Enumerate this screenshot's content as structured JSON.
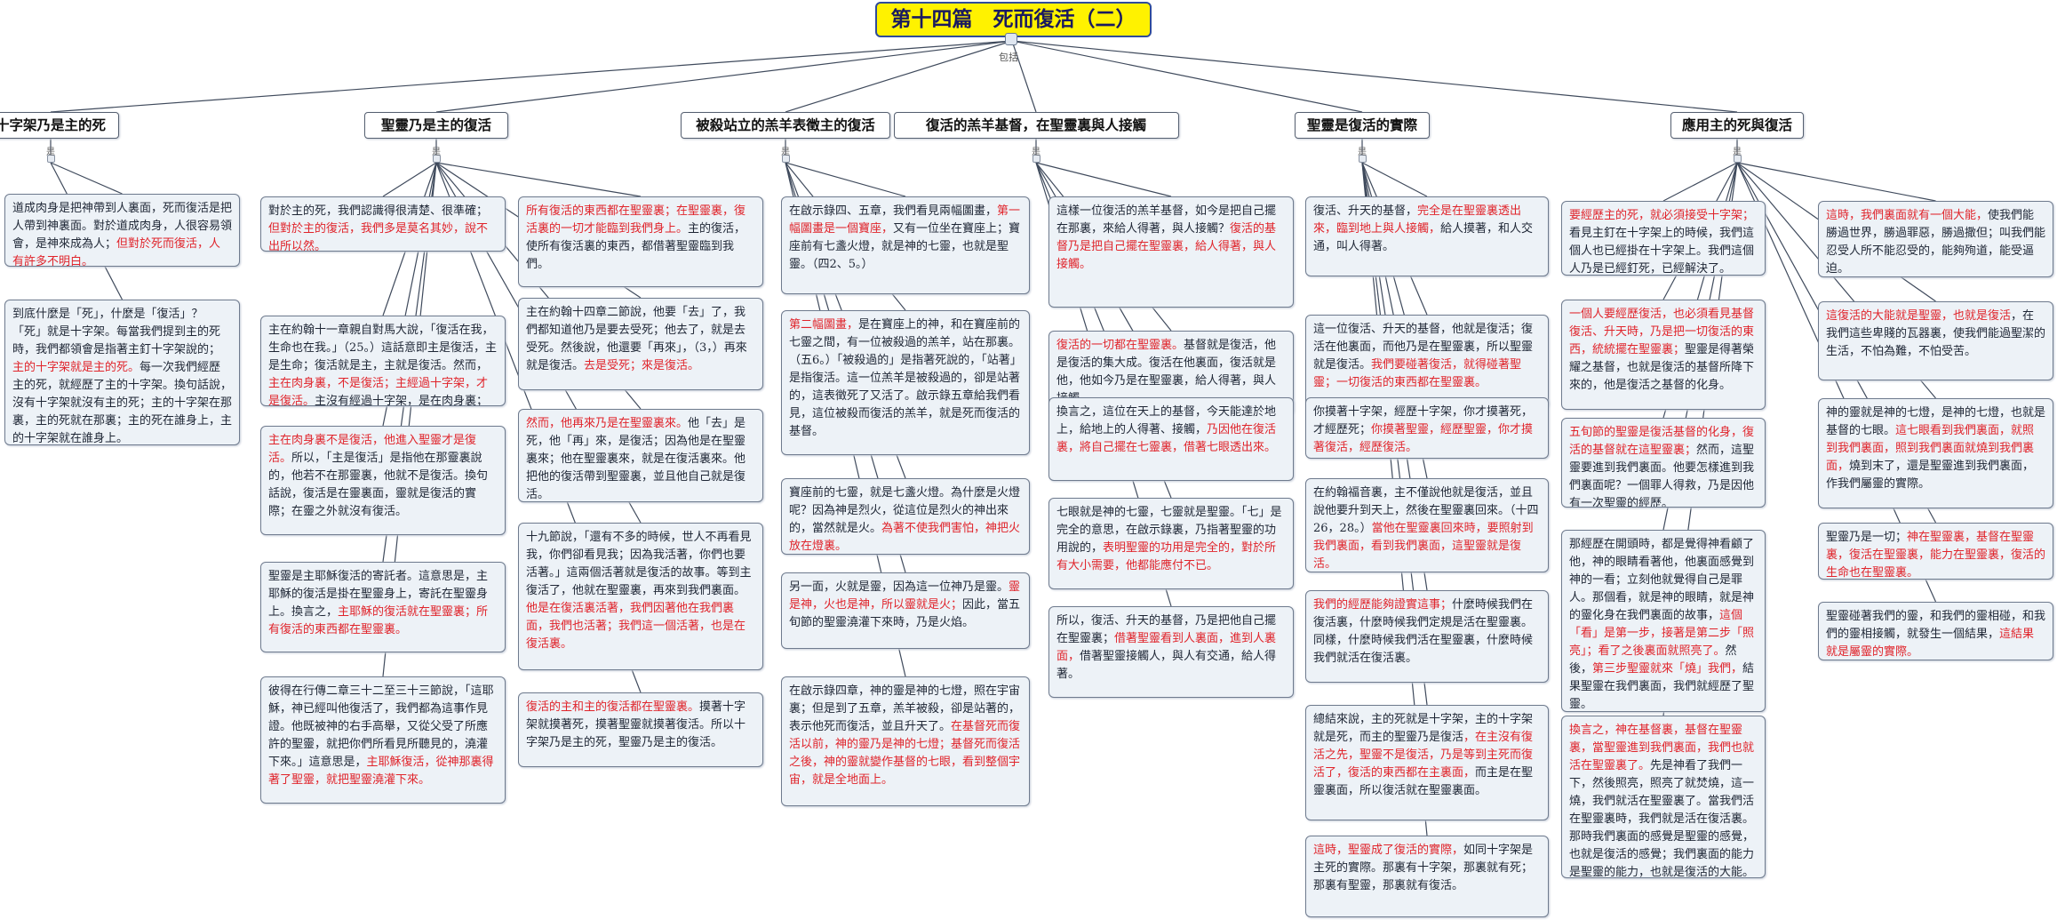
{
  "root": {
    "title": "第十四篇　死而復活（二）",
    "subtitle": "包括"
  },
  "link_label": "是",
  "branches": [
    {
      "id": "b1",
      "title": "十字架乃是主的死"
    },
    {
      "id": "b2",
      "title": "聖靈乃是主的復活"
    },
    {
      "id": "b3",
      "title": "被殺站立的羔羊表徵主的復活"
    },
    {
      "id": "b4",
      "title": "復活的羔羊基督，在聖靈裏與人接觸"
    },
    {
      "id": "b5",
      "title": "聖靈是復活的實際"
    },
    {
      "id": "b6",
      "title": "應用主的死與復活"
    }
  ],
  "cards": [
    {
      "id": "c1a",
      "branch": "b1",
      "segments": [
        {
          "t": "道成肉身是把神帶到人裏面，死而復活是把人帶到神裏面。對於道成肉身，人很容易領會，是神來成為人；"
        },
        {
          "t": "但對於死而復活，人有許多不明白。",
          "red": true
        }
      ]
    },
    {
      "id": "c1b",
      "branch": "b1",
      "segments": [
        {
          "t": "到底什麼是「死」，什麼是「復活」？「死」就是十字架。每當我們提到主的死時，我們都領會是指著主釘十字架說的；"
        },
        {
          "t": "主的十字架就是主的死。",
          "red": true
        },
        {
          "t": "每一次我們經歷主的死，就經歷了主的十字架。換句話說，沒有十字架就沒有主的死；主的十字架在那裏，主的死就在那裏；主的死在誰身上，主的十字架就在誰身上。"
        }
      ]
    },
    {
      "id": "c2a",
      "branch": "b2",
      "segments": [
        {
          "t": "對於主的死，我們認識得很清楚、很準確；"
        },
        {
          "t": "但對於主的復活，我們多是莫名其妙，說不出所以然。",
          "red": true
        }
      ]
    },
    {
      "id": "c2b",
      "branch": "b2",
      "segments": [
        {
          "t": "主在約翰十一章親自對馬大說，「復活在我，生命也在我。」（25。）這話意即主是復活，主是生命；復活就是主，主就是復活。然而，"
        },
        {
          "t": "主在肉身裏，不是復活；主經過十字架，才是復活。",
          "red": true
        },
        {
          "t": "主沒有經過十字架，是在肉身裏；主經過十字架，就在聖靈裏了。"
        }
      ]
    },
    {
      "id": "c2c",
      "branch": "b2",
      "segments": [
        {
          "t": "主在肉身裏不是復活，他進入聖靈才是復活。",
          "red": true
        },
        {
          "t": "所以，「主是復活」是指他在那靈裏說的，他若不在那靈裏，他就不是復活。換句話說，復活是在靈裏面，靈就是復活的實際；在靈之外就沒有復活。"
        }
      ]
    },
    {
      "id": "c2d",
      "branch": "b2",
      "segments": [
        {
          "t": "聖靈是主耶穌復活的寄託者。這意思是，主耶穌的復活是掛在聖靈身上，寄託在聖靈身上。換言之，"
        },
        {
          "t": "主耶穌的復活就在聖靈裏；所有復活的東西都在聖靈裏。",
          "red": true
        }
      ]
    },
    {
      "id": "c2e",
      "branch": "b2",
      "segments": [
        {
          "t": "彼得在行傳二章三十二至三十三節說，「這耶穌，神已經叫他復活了，我們都為這事作見證。他既被神的右手高舉，又從父受了所應許的聖靈，就把你們所看見所聽見的，澆灌下來。」這意思是，"
        },
        {
          "t": "主耶穌復活，從神那裏得著了聖靈，就把聖靈澆灌下來。",
          "red": true
        }
      ]
    },
    {
      "id": "c2f",
      "branch": "b2",
      "segments": [
        {
          "t": "所有復活的東西都在聖靈裏；在聖靈裏，復活裏的一切才能臨到我們身上。",
          "red": true
        },
        {
          "t": "主的復活，使所有復活裏的東西，都借著聖靈臨到我們。"
        }
      ]
    },
    {
      "id": "c2g",
      "branch": "b2",
      "segments": [
        {
          "t": "主在約翰十四章二節說，他要「去」了，我們都知道他乃是要去受死；他去了，就是去受死。然後說，他還要「再來」，（3，）再來就是復活。"
        },
        {
          "t": "去是受死；來是復活。",
          "red": true
        }
      ]
    },
    {
      "id": "c2h",
      "branch": "b2",
      "segments": [
        {
          "t": "然而，他再來乃是在聖靈裏來。",
          "red": true
        },
        {
          "t": "他「去」是死，他「再」來，是復活；因為他是在聖靈裏來；他在聖靈裏來，就是在復活裏來。他把他的復活帶到聖靈裏，並且他自己就是復活。"
        }
      ]
    },
    {
      "id": "c2i",
      "branch": "b2",
      "segments": [
        {
          "t": "十九節說，「還有不多的時候，世人不再看見我，你們卻看見我；因為我活著，你們也要活著。」這兩個活著就是復活的故事。等到主復活了，他就在聖靈裏，再來到我們裏面。"
        },
        {
          "t": "他是在復活裏活著，我們因著他在我們裏面，我們也活著；我們這一個活著，也是在復活裏。",
          "red": true
        }
      ]
    },
    {
      "id": "c2j",
      "branch": "b2",
      "segments": [
        {
          "t": "復活的主和主的復活都在聖靈裏。",
          "red": true
        },
        {
          "t": "摸著十字架就摸著死，摸著聖靈就摸著復活。所以十字架乃是主的死，聖靈乃是主的復活。"
        }
      ]
    },
    {
      "id": "c3a",
      "branch": "b3",
      "segments": [
        {
          "t": "在啟示錄四、五章，我們看見兩幅圖畫，"
        },
        {
          "t": "第一幅圖畫是一個寶座，",
          "red": true
        },
        {
          "t": "又有一位坐在寶座上；寶座前有七盞火燈，就是神的七靈，也就是聖靈。（四2、5。）"
        }
      ]
    },
    {
      "id": "c3b",
      "branch": "b3",
      "segments": [
        {
          "t": "第二幅圖畫，",
          "red": true
        },
        {
          "t": "是在寶座上的神，和在寶座前的七靈之間，有一位被殺過的羔羊，站在那裏。（五6。）「被殺過的」是指著死說的，「站著」是指復活。這一位羔羊是被殺過的，卻是站著的，這表徵死了又活了。啟示錄五章給我們看見，這位被殺而復活的羔羊，就是死而復活的基督。"
        }
      ]
    },
    {
      "id": "c3c",
      "branch": "b3",
      "segments": [
        {
          "t": "寶座前的七靈，就是七盞火燈。為什麼是火燈呢？因為神是烈火，從這位是烈火的神出來的，當然就是火。"
        },
        {
          "t": "為著不使我們害怕，神把火放在燈裏。",
          "red": true
        }
      ]
    },
    {
      "id": "c3d",
      "branch": "b3",
      "segments": [
        {
          "t": "另一面，火就是靈，因為這一位神乃是靈。"
        },
        {
          "t": "靈是神，火也是神，所以靈就是火；",
          "red": true
        },
        {
          "t": "因此，當五旬節的聖靈澆灌下來時，乃是火焰。"
        }
      ]
    },
    {
      "id": "c3e",
      "branch": "b3",
      "segments": [
        {
          "t": "在啟示錄四章，神的靈是神的七燈，照在宇宙裏；但是到了五章，羔羊被殺，卻是站著的，表示他死而復活，並且升天了。"
        },
        {
          "t": "在基督死而復活以前，神的靈乃是神的七燈；基督死而復活之後，神的靈就變作基督的七眼，看到整個宇宙，就是全地面上。",
          "red": true
        }
      ]
    },
    {
      "id": "c4a",
      "branch": "b4",
      "segments": [
        {
          "t": "這樣一位復活的羔羊基督，如今是把自己擺在那裏，來給人得著，與人接觸？"
        },
        {
          "t": "復活的基督乃是把自己擺在聖靈裏，給人得著，與人接觸。",
          "red": true
        }
      ]
    },
    {
      "id": "c4b",
      "branch": "b4",
      "segments": [
        {
          "t": "復活的一切都在聖靈裏。",
          "red": true
        },
        {
          "t": "基督就是復活，他是復活的集大成。復活在他裏面，復活就是他，他如今乃是在聖靈裏，給人得著，與人接觸。"
        }
      ]
    },
    {
      "id": "c4c",
      "branch": "b4",
      "segments": [
        {
          "t": "換言之，這位在天上的基督，今天能達於地上，給地上的人得著、接觸，"
        },
        {
          "t": "乃因他在復活裏，將自己擺在七靈裏，借著七眼透出來。",
          "red": true
        }
      ]
    },
    {
      "id": "c4d",
      "branch": "b4",
      "segments": [
        {
          "t": "七眼就是神的七靈，七靈就是聖靈。「七」是完全的意思，在啟示錄裏，乃指著聖靈的功用說的，"
        },
        {
          "t": "表明聖靈的功用是完全的，對於所有大小需要，他都能應付不已。",
          "red": true
        }
      ]
    },
    {
      "id": "c4e",
      "branch": "b4",
      "segments": [
        {
          "t": "所以，復活、升天的基督，乃是把他自己擺在聖靈裏；"
        },
        {
          "t": "借著聖靈看到人裏面，進到人裏面，",
          "red": true
        },
        {
          "t": "借著聖靈接觸人，與人有交通，給人得著。"
        }
      ]
    },
    {
      "id": "c5a",
      "branch": "b5",
      "segments": [
        {
          "t": "復活、升天的基督，"
        },
        {
          "t": "完全是在聖靈裏透出來，臨到地上與人接觸，",
          "red": true
        },
        {
          "t": "給人摸著，和人交通，叫人得著。"
        }
      ]
    },
    {
      "id": "c5b",
      "branch": "b5",
      "segments": [
        {
          "t": "這一位復活、升天的基督，他就是復活；復活在他裏面，而他乃是在聖靈裏，所以聖靈就是復活。"
        },
        {
          "t": "我們要碰著復活，就得碰著聖靈；一切復活的東西都在聖靈裏。",
          "red": true
        }
      ]
    },
    {
      "id": "c5c",
      "branch": "b5",
      "segments": [
        {
          "t": "你摸著十字架，經歷十字架，你才摸著死，才經歷死；"
        },
        {
          "t": "你摸著聖靈，經歷聖靈，你才摸著復活，經歷復活。",
          "red": true
        }
      ]
    },
    {
      "id": "c5d",
      "branch": "b5",
      "segments": [
        {
          "t": "在約翰福音裏，主不僅說他就是復活，並且說他要升到天上，然後在聖靈裏回來。（十四26，28。）"
        },
        {
          "t": "當他在聖靈裏回來時，要照射到我們裏面，看到我們裏面，這聖靈就是復活。",
          "red": true
        }
      ]
    },
    {
      "id": "c5e",
      "branch": "b5",
      "segments": [
        {
          "t": "我們的經歷能夠證實這事；",
          "red": true
        },
        {
          "t": "什麼時候我們在復活裏，什麼時候我們定規是活在聖靈裏。同樣，什麼時候我們活在聖靈裏，什麼時候我們就活在復活裏。"
        }
      ]
    },
    {
      "id": "c5f",
      "branch": "b5",
      "segments": [
        {
          "t": "總結來說，主的死就是十字架，主的十字架就是死，而主的聖靈乃是復活"
        },
        {
          "t": "，在主沒有復活之先，聖靈不是復活，乃是等到主死而復活了，復活的東西都在主裏面，",
          "red": true
        },
        {
          "t": "而主是在聖靈裏面，所以復活就在聖靈裏面。"
        }
      ]
    },
    {
      "id": "c5g",
      "branch": "b5",
      "segments": [
        {
          "t": "這時，聖靈成了復活的實際，",
          "red": true
        },
        {
          "t": "如同十字架是主死的實際。那裏有十字架，那裏就有死；那裏有聖靈，那裏就有復活。"
        }
      ]
    },
    {
      "id": "c6a",
      "branch": "b6",
      "segments": [
        {
          "t": "要經歷主的死，就必須接受十字架；",
          "red": true
        },
        {
          "t": "看見主釘在十字架上的時候，我們這個人也已經掛在十字架上。我們這個人乃是已經釘死，已經解決了。"
        }
      ]
    },
    {
      "id": "c6b",
      "branch": "b6",
      "segments": [
        {
          "t": "一個人要經歷復活，也必須看見基督復活、升天時，乃是把一切復活的東西，統統擺在聖靈裏；",
          "red": true
        },
        {
          "t": "聖靈是得著榮耀之基督，也就是復活的基督所降下來的，他是復活之基督的化身。"
        }
      ]
    },
    {
      "id": "c6c",
      "branch": "b6",
      "segments": [
        {
          "t": "五旬節的聖靈是復活基督的化身，復活的基督就在這聖靈裏；",
          "red": true
        },
        {
          "t": "然而，這聖靈要進到我們裏面。他要怎樣進到我們裏面呢？一個罪人得救，乃是因他有一次聖靈的經歷。"
        }
      ]
    },
    {
      "id": "c6d",
      "branch": "b6",
      "segments": [
        {
          "t": "那經歷在開頭時，都是覺得神看顧了他，神的眼睛看著他，他裏面感覺到神的一看；立刻他就覺得自己是罪人。那個看，就是神的眼睛，就是神的靈化身在我們裏面的故事，"
        },
        {
          "t": "這個「看」是第一步，接著是第二步「照亮」；看了之後裏面就照亮了。",
          "red": true
        },
        {
          "t": "然後，"
        },
        {
          "t": "第三步聖靈就來「燒」我們，",
          "red": true
        },
        {
          "t": "結果聖靈在我們裏面，我們就經歷了聖靈。"
        }
      ]
    },
    {
      "id": "c6e",
      "branch": "b6",
      "segments": [
        {
          "t": "換言之，神在基督裏，基督在聖靈裏，當聖靈進到我們裏面，我們也就活在聖靈裏了。",
          "red": true
        },
        {
          "t": "先是神看了我們一下，然後照亮，照亮了就焚燒，這一燒，我們就活在聖靈裏了。當我們活在聖靈裏時，我們就是活在復活裏。那時我們裏面的感覺是聖靈的感覺，也就是復活的感覺；我們裏面的能力是聖靈的能力，也就是復活的大能。"
        }
      ]
    },
    {
      "id": "c6f",
      "branch": "b6",
      "segments": [
        {
          "t": "這時，我們裏面就有一個大能，",
          "red": true
        },
        {
          "t": "使我們能勝過世界，勝過罪惡，勝過撒但；叫我們能忍受人所不能忍受的，能夠殉道，能受逼迫。"
        }
      ]
    },
    {
      "id": "c6g",
      "branch": "b6",
      "segments": [
        {
          "t": "這復活的大能就是聖靈，也就是復活",
          "red": true
        },
        {
          "t": "，在我們這些卑賤的瓦器裏，使我們能過聖潔的生活，不怕為難，不怕受苦。"
        }
      ]
    },
    {
      "id": "c6h",
      "branch": "b6",
      "segments": [
        {
          "t": "神的靈就是神的七燈，是神的七燈，也就是基督的七眼。"
        },
        {
          "t": "這七眼看到我們裏面，就照到我們裏面，照到我們裏面就燒到我們裏面，",
          "red": true
        },
        {
          "t": "燒到末了，還是聖靈進到我們裏面，作我們屬靈的實際。"
        }
      ]
    },
    {
      "id": "c6i",
      "branch": "b6",
      "segments": [
        {
          "t": "聖靈乃是一切；"
        },
        {
          "t": "神在聖靈裏，基督在聖靈裏，復活在聖靈裏，能力在聖靈裏，復活的生命也在聖靈裏。",
          "red": true
        }
      ]
    },
    {
      "id": "c6j",
      "branch": "b6",
      "segments": [
        {
          "t": "聖靈碰著我們的靈，和我們的靈相碰，和我們的靈相接觸，就發生一個結果，"
        },
        {
          "t": "這結果就是屬靈的實際。",
          "red": true
        }
      ]
    }
  ]
}
